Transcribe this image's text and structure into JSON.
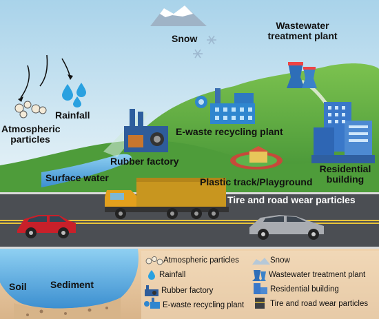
{
  "labels": {
    "snow": "Snow",
    "wastewater": "Wastewater treatment plant",
    "rainfall": "Rainfall",
    "atmospheric": "Atmospheric particles",
    "ewaste": "E-waste recycling plant",
    "rubber": "Rubber factory",
    "surface_water": "Surface water",
    "plastic_track": "Plastic track/Playground",
    "residential": "Residential building",
    "tire_road": "Tire and road wear particles",
    "soil": "Soil",
    "sediment": "Sediment"
  },
  "legend": [
    {
      "icon": "atmospheric-particles-icon",
      "text": "Atmospheric particles"
    },
    {
      "icon": "snow-icon",
      "text": "Snow"
    },
    {
      "icon": "rainfall-icon",
      "text": "Rainfall"
    },
    {
      "icon": "wastewater-plant-icon",
      "text": "Wastewater treatment plant"
    },
    {
      "icon": "rubber-factory-icon",
      "text": "Rubber factory"
    },
    {
      "icon": "residential-building-icon",
      "text": "Residential building"
    },
    {
      "icon": "ewaste-plant-icon",
      "text": "E-waste recycling plant"
    },
    {
      "icon": "tire-road-wear-icon",
      "text": "Tire and road wear particles"
    }
  ],
  "colors": {
    "sky_top": "#b7d9ec",
    "hill": "#5fae45",
    "road": "#4a4d52",
    "water": "#6fb6e3",
    "soil": "#e2c199"
  }
}
